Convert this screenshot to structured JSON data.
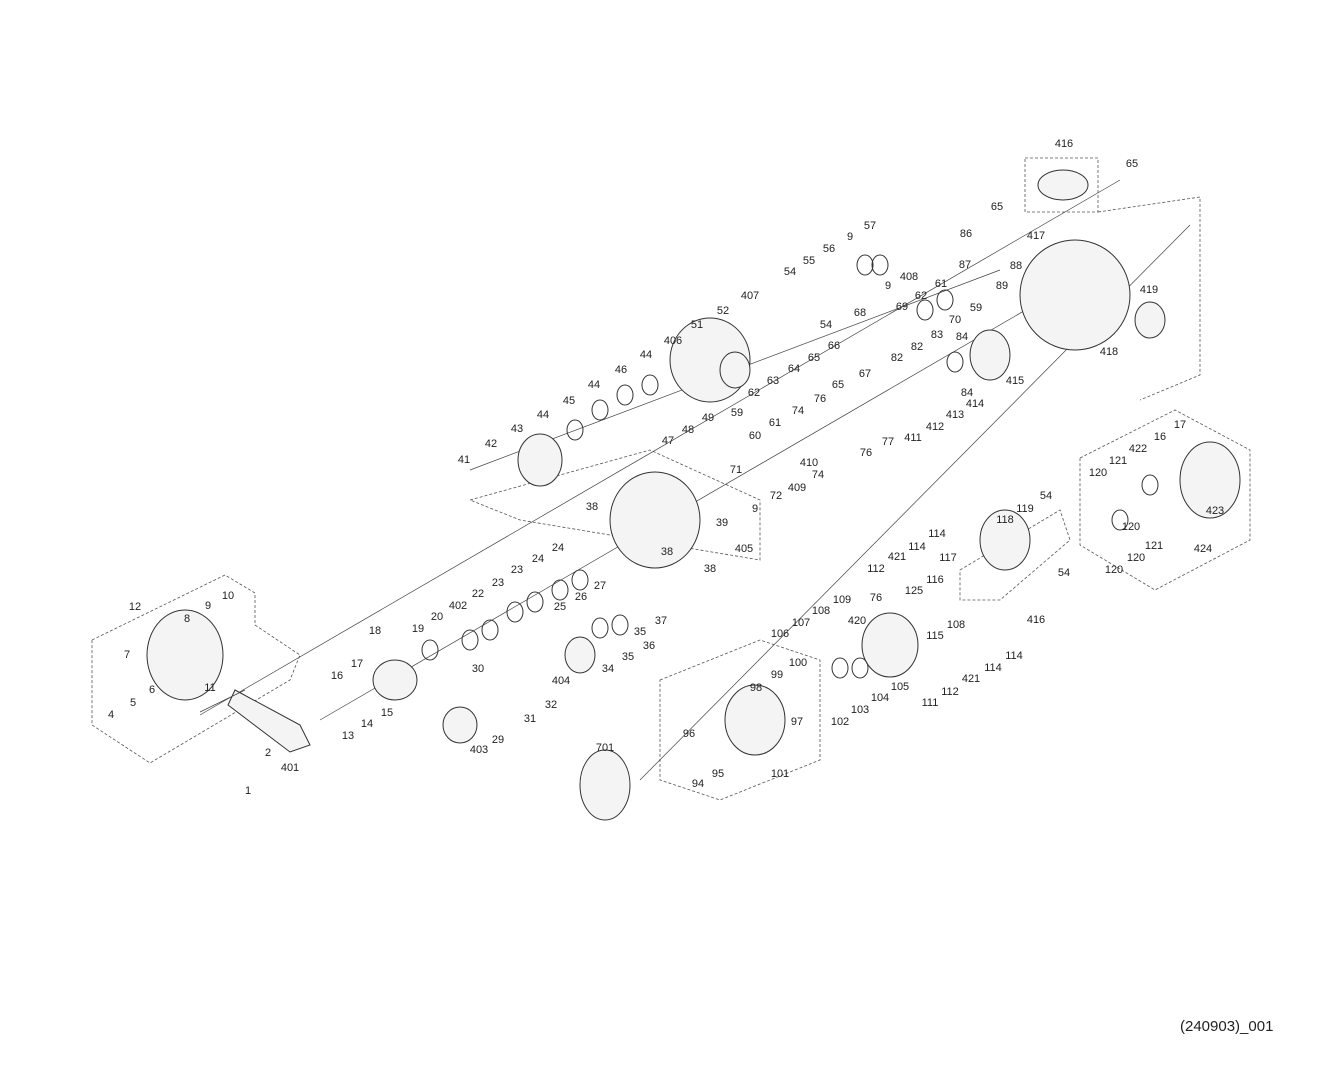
{
  "diagram_code": "(240903)_001",
  "part_labels": [
    "416",
    "65",
    "65",
    "57",
    "9",
    "56",
    "55",
    "54",
    "9",
    "408",
    "86",
    "417",
    "87",
    "88",
    "89",
    "61",
    "62",
    "59",
    "69",
    "70",
    "407",
    "52",
    "54",
    "68",
    "51",
    "406",
    "419",
    "418",
    "66",
    "83",
    "84",
    "82",
    "82",
    "65",
    "64",
    "67",
    "63",
    "62",
    "65",
    "415",
    "84",
    "414",
    "46",
    "44",
    "44",
    "45",
    "76",
    "74",
    "413",
    "59",
    "61",
    "60",
    "412",
    "411",
    "77",
    "49",
    "48",
    "47",
    "44",
    "43",
    "42",
    "41",
    "71",
    "72",
    "409",
    "410",
    "74",
    "76",
    "9",
    "17",
    "16",
    "422",
    "121",
    "120",
    "38",
    "39",
    "405",
    "38",
    "38",
    "54",
    "119",
    "118",
    "423",
    "120",
    "121",
    "120",
    "120",
    "424",
    "54",
    "114",
    "421",
    "114",
    "117",
    "112",
    "116",
    "76",
    "125",
    "108",
    "109",
    "107",
    "106",
    "420",
    "108",
    "115",
    "416",
    "114",
    "114",
    "421",
    "112",
    "111",
    "100",
    "99",
    "98",
    "97",
    "105",
    "104",
    "103",
    "102",
    "96",
    "95",
    "94",
    "101",
    "701",
    "12",
    "9",
    "10",
    "8",
    "7",
    "6",
    "5",
    "4",
    "11",
    "2",
    "401",
    "1",
    "18",
    "17",
    "16",
    "15",
    "14",
    "13",
    "19",
    "20",
    "402",
    "22",
    "23",
    "23",
    "24",
    "24",
    "25",
    "26",
    "27",
    "37",
    "35",
    "36",
    "35",
    "34",
    "30",
    "31",
    "32",
    "404",
    "29",
    "403"
  ]
}
